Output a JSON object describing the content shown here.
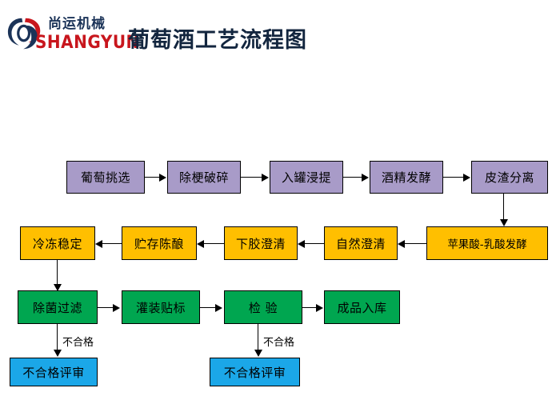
{
  "header": {
    "logo_cn": "尚运机械",
    "logo_en": "SHANGYUN",
    "logo_mark_name": "shangyun-swirl-logo",
    "title": "葡萄酒工艺流程图",
    "colors": {
      "logo_cn": "#1b3358",
      "logo_en": "#c8161d",
      "title": "#13263f"
    }
  },
  "palette": {
    "purple": "#a89bc8",
    "orange": "#ffbf00",
    "green": "#00a650",
    "cyan": "#1ba7e8",
    "border": "#000000",
    "background": "#ffffff"
  },
  "flow": {
    "row1": {
      "color": "#a89bc8",
      "direction": "left-to-right",
      "nodes": [
        {
          "label": "葡萄挑选"
        },
        {
          "label": "除梗破碎"
        },
        {
          "label": "入罐浸提"
        },
        {
          "label": "酒精发酵"
        },
        {
          "label": "皮渣分离"
        }
      ]
    },
    "row2": {
      "color": "#ffbf00",
      "direction": "right-to-left",
      "nodes": [
        {
          "label": "冷冻稳定"
        },
        {
          "label": "贮存陈酿"
        },
        {
          "label": "下胶澄清"
        },
        {
          "label": "自然澄清"
        },
        {
          "label": "苹果酸-乳酸发酵"
        }
      ]
    },
    "row3": {
      "color": "#00a650",
      "direction": "left-to-right",
      "nodes": [
        {
          "label": "除菌过滤"
        },
        {
          "label": "灌装贴标"
        },
        {
          "label": "检  验"
        },
        {
          "label": "成品入库"
        }
      ]
    },
    "row4": {
      "color": "#1ba7e8",
      "nodes": [
        {
          "label": "不合格评审"
        },
        {
          "label": "不合格评审"
        }
      ]
    },
    "edge_labels": [
      {
        "text": "不合格"
      },
      {
        "text": "不合格"
      }
    ]
  }
}
